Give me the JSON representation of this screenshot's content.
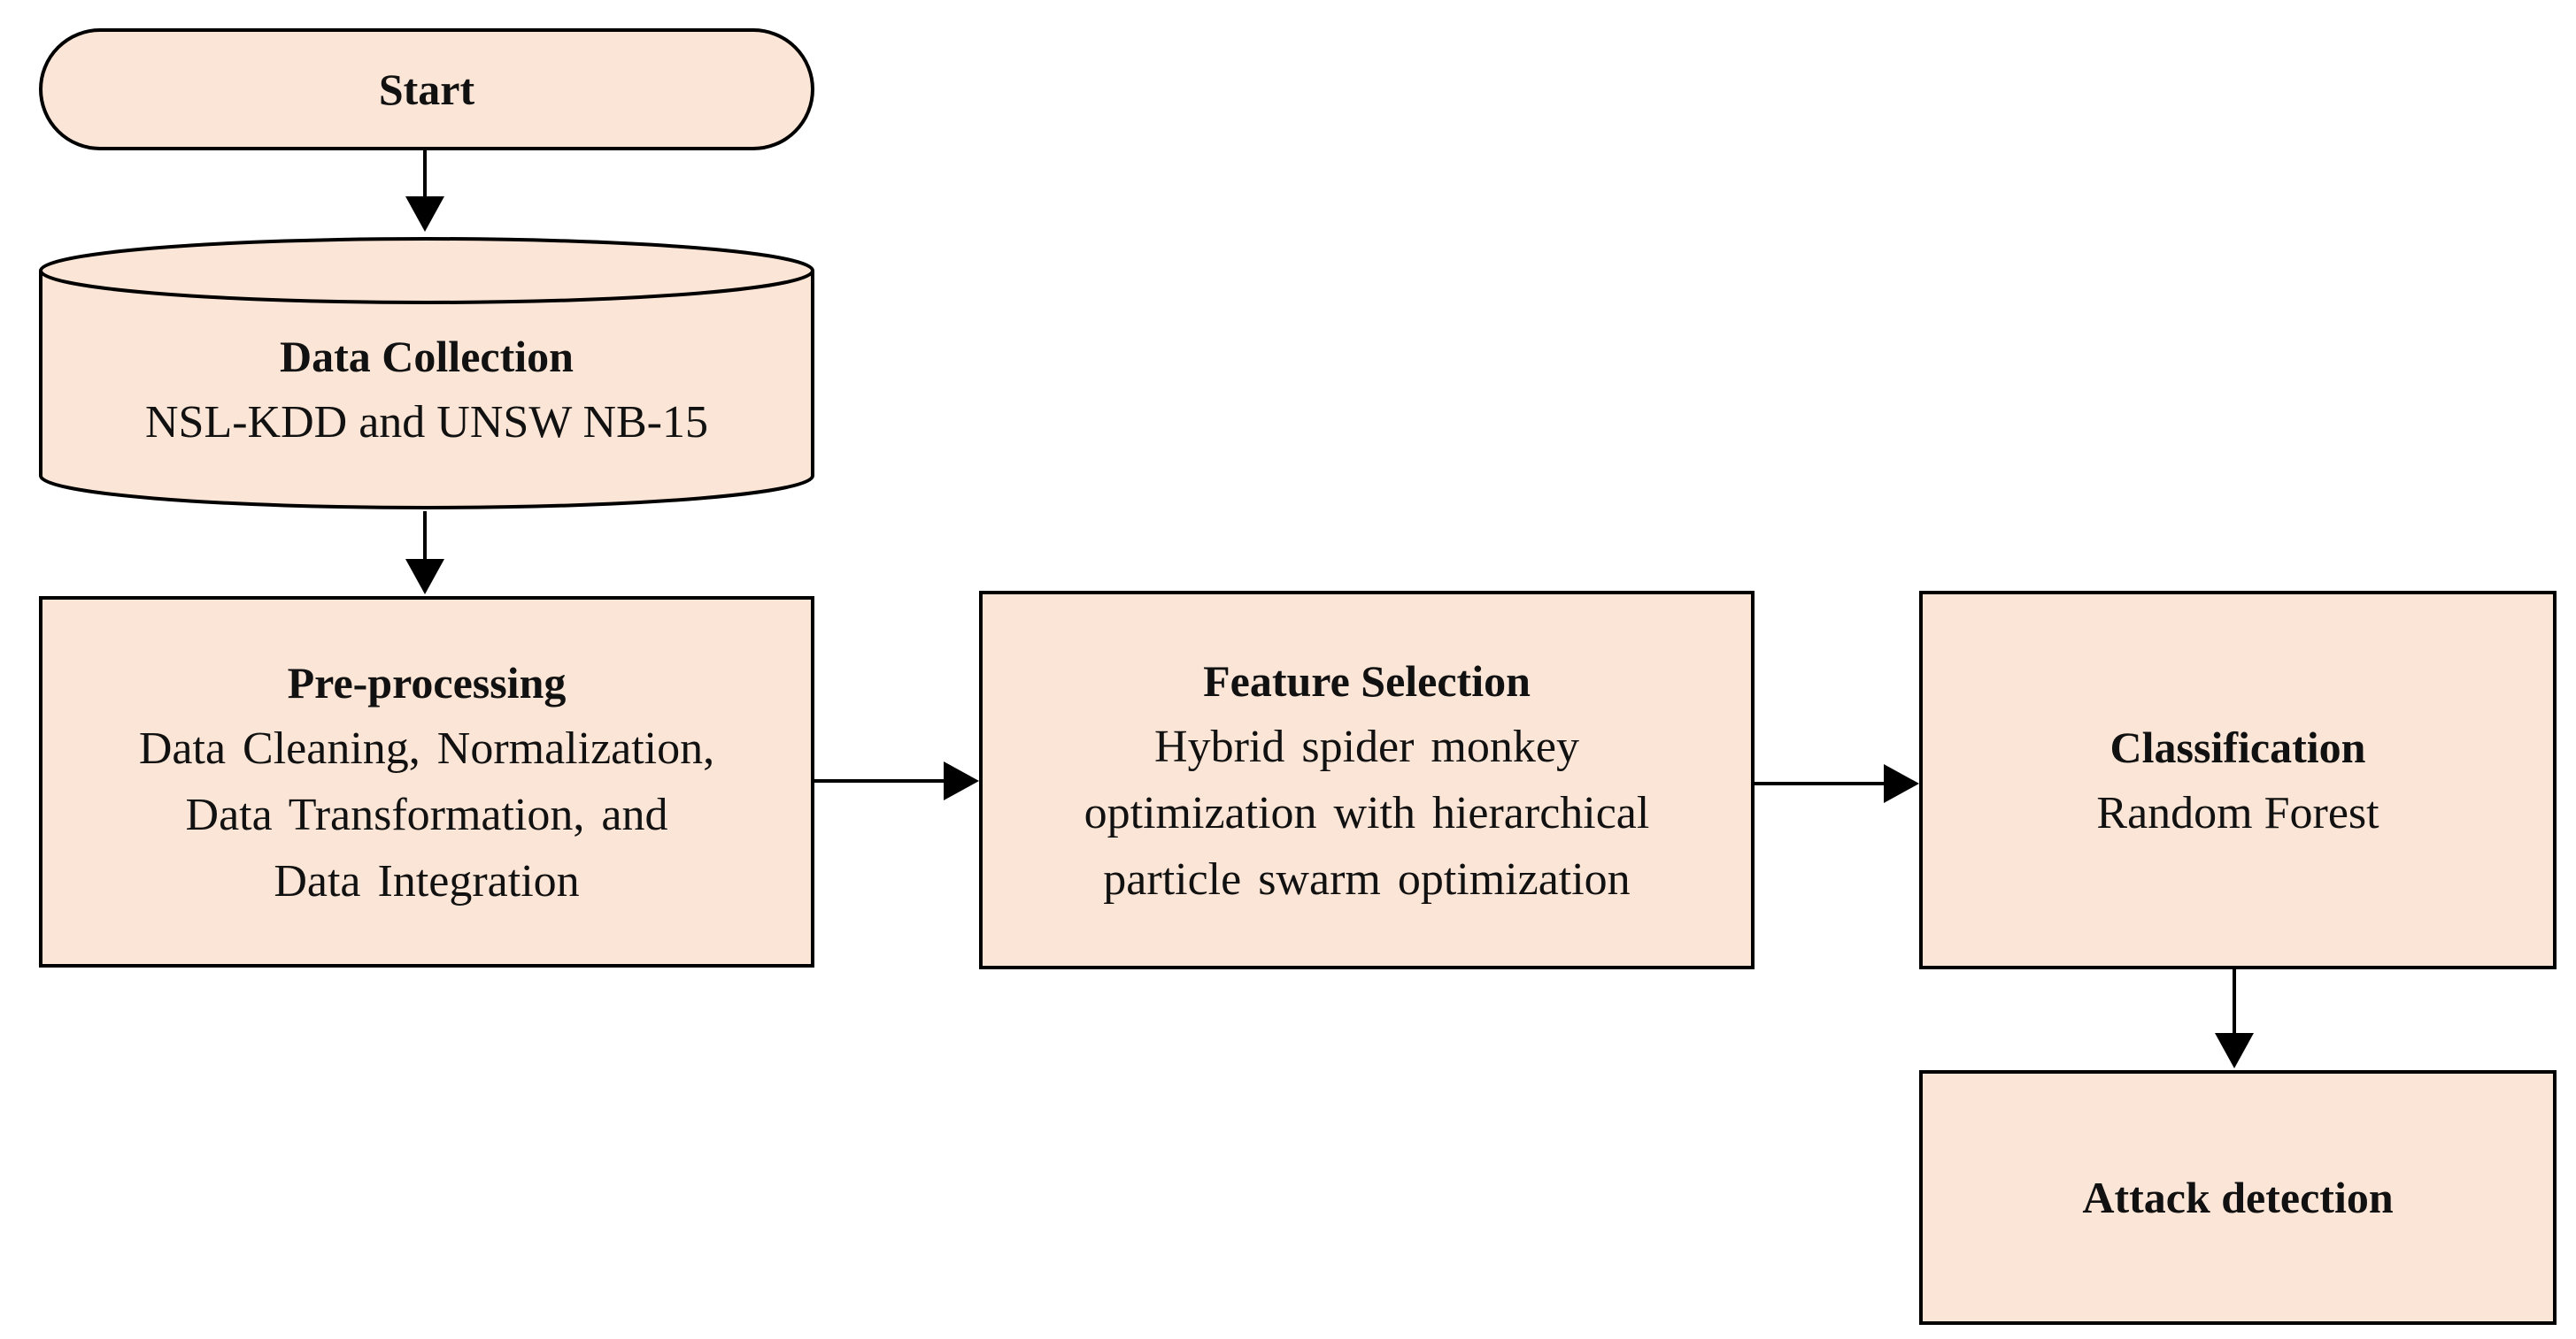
{
  "theme": {
    "node_fill": "#fbe5d6",
    "node_stroke": "#000000",
    "edge_color": "#000000"
  },
  "nodes": {
    "start": {
      "title": "Start"
    },
    "data_collection": {
      "title": "Data Collection",
      "body": "NSL-KDD and UNSW NB-15"
    },
    "preprocessing": {
      "title": "Pre-processing",
      "body": "Data Cleaning, Normalization,\nData Transformation, and\nData Integration"
    },
    "feature_selection": {
      "title": "Feature Selection",
      "body": "Hybrid spider monkey\noptimization with hierarchical\nparticle swarm optimization"
    },
    "classification": {
      "title": "Classification",
      "body": "Random Forest"
    },
    "attack_detection": {
      "title": "Attack detection"
    }
  },
  "edges": [
    {
      "from": "start",
      "to": "data_collection"
    },
    {
      "from": "data_collection",
      "to": "preprocessing"
    },
    {
      "from": "preprocessing",
      "to": "feature_selection"
    },
    {
      "from": "feature_selection",
      "to": "classification"
    },
    {
      "from": "classification",
      "to": "attack_detection"
    }
  ]
}
